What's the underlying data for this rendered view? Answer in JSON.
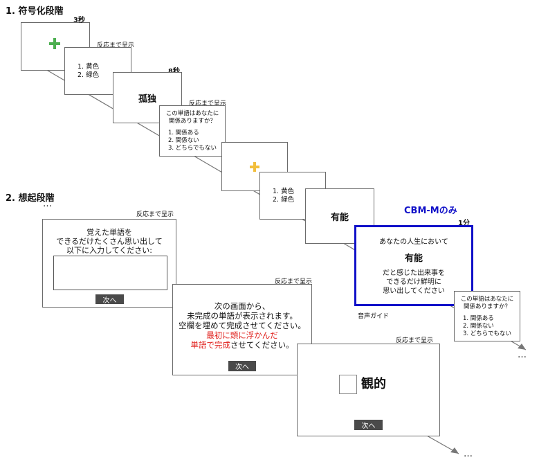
{
  "encoding": {
    "heading": "1. 符号化段階",
    "fixation_duration": "3秒",
    "color_prompt_label": "反応まで呈示",
    "color_options": [
      "1. 黄色",
      "2. 緑色"
    ],
    "word1": "孤独",
    "word1_duration": "8秒",
    "relevance_label": "反応まで呈示",
    "relevance_question": [
      "この単語はあなたに",
      "関係ありますか？"
    ],
    "relevance_options": [
      "1. 関係ある",
      "2. 関係ない",
      "3. どちらでもない"
    ],
    "color_options_2": [
      "1. 黄色",
      "2. 緑色"
    ],
    "word2": "有能",
    "cbm_label": "CBM-Mのみ",
    "cbm_duration": "1分",
    "cbm_line1": "あなたの人生において",
    "cbm_word": "有能",
    "cbm_lines": [
      "だと感じた出来事を",
      "できるだけ鮮明に",
      "思い出してください"
    ],
    "audio_label": "音声ガイド",
    "relevance_question_2": [
      "この単語はあなたに",
      "関係ありますか？"
    ],
    "relevance_options_2": [
      "1. 関係ある",
      "2. 関係ない",
      "3. どちらでもない"
    ],
    "ellipsis": "…"
  },
  "recall": {
    "heading": "2. 想起段階",
    "ellipsis_top": "…",
    "free_recall_label": "反応まで呈示",
    "free_recall_lines": [
      "覚えた単語を",
      "できるだけたくさん思い出して",
      "以下に入力してください:"
    ],
    "next": "次へ",
    "instr_label": "反応まで呈示",
    "instr_lines": [
      "次の画面から、",
      "未完成の単語が表示されます。",
      "空欄を埋めて完成させてください。"
    ],
    "instr_red1": "最初に頭に浮かんだ",
    "instr_red2": "単語で完成",
    "instr_tail": "させてください。",
    "stem_label": "反応まで呈示",
    "stem_text": "観的",
    "ellipsis_end": "…"
  },
  "colors": {
    "green_cross": "#4caf50",
    "yellow_cross": "#f2be3c",
    "cbm_blue": "#1010c8",
    "highlight_red": "#e0201c",
    "button": "#4a4a4a"
  }
}
